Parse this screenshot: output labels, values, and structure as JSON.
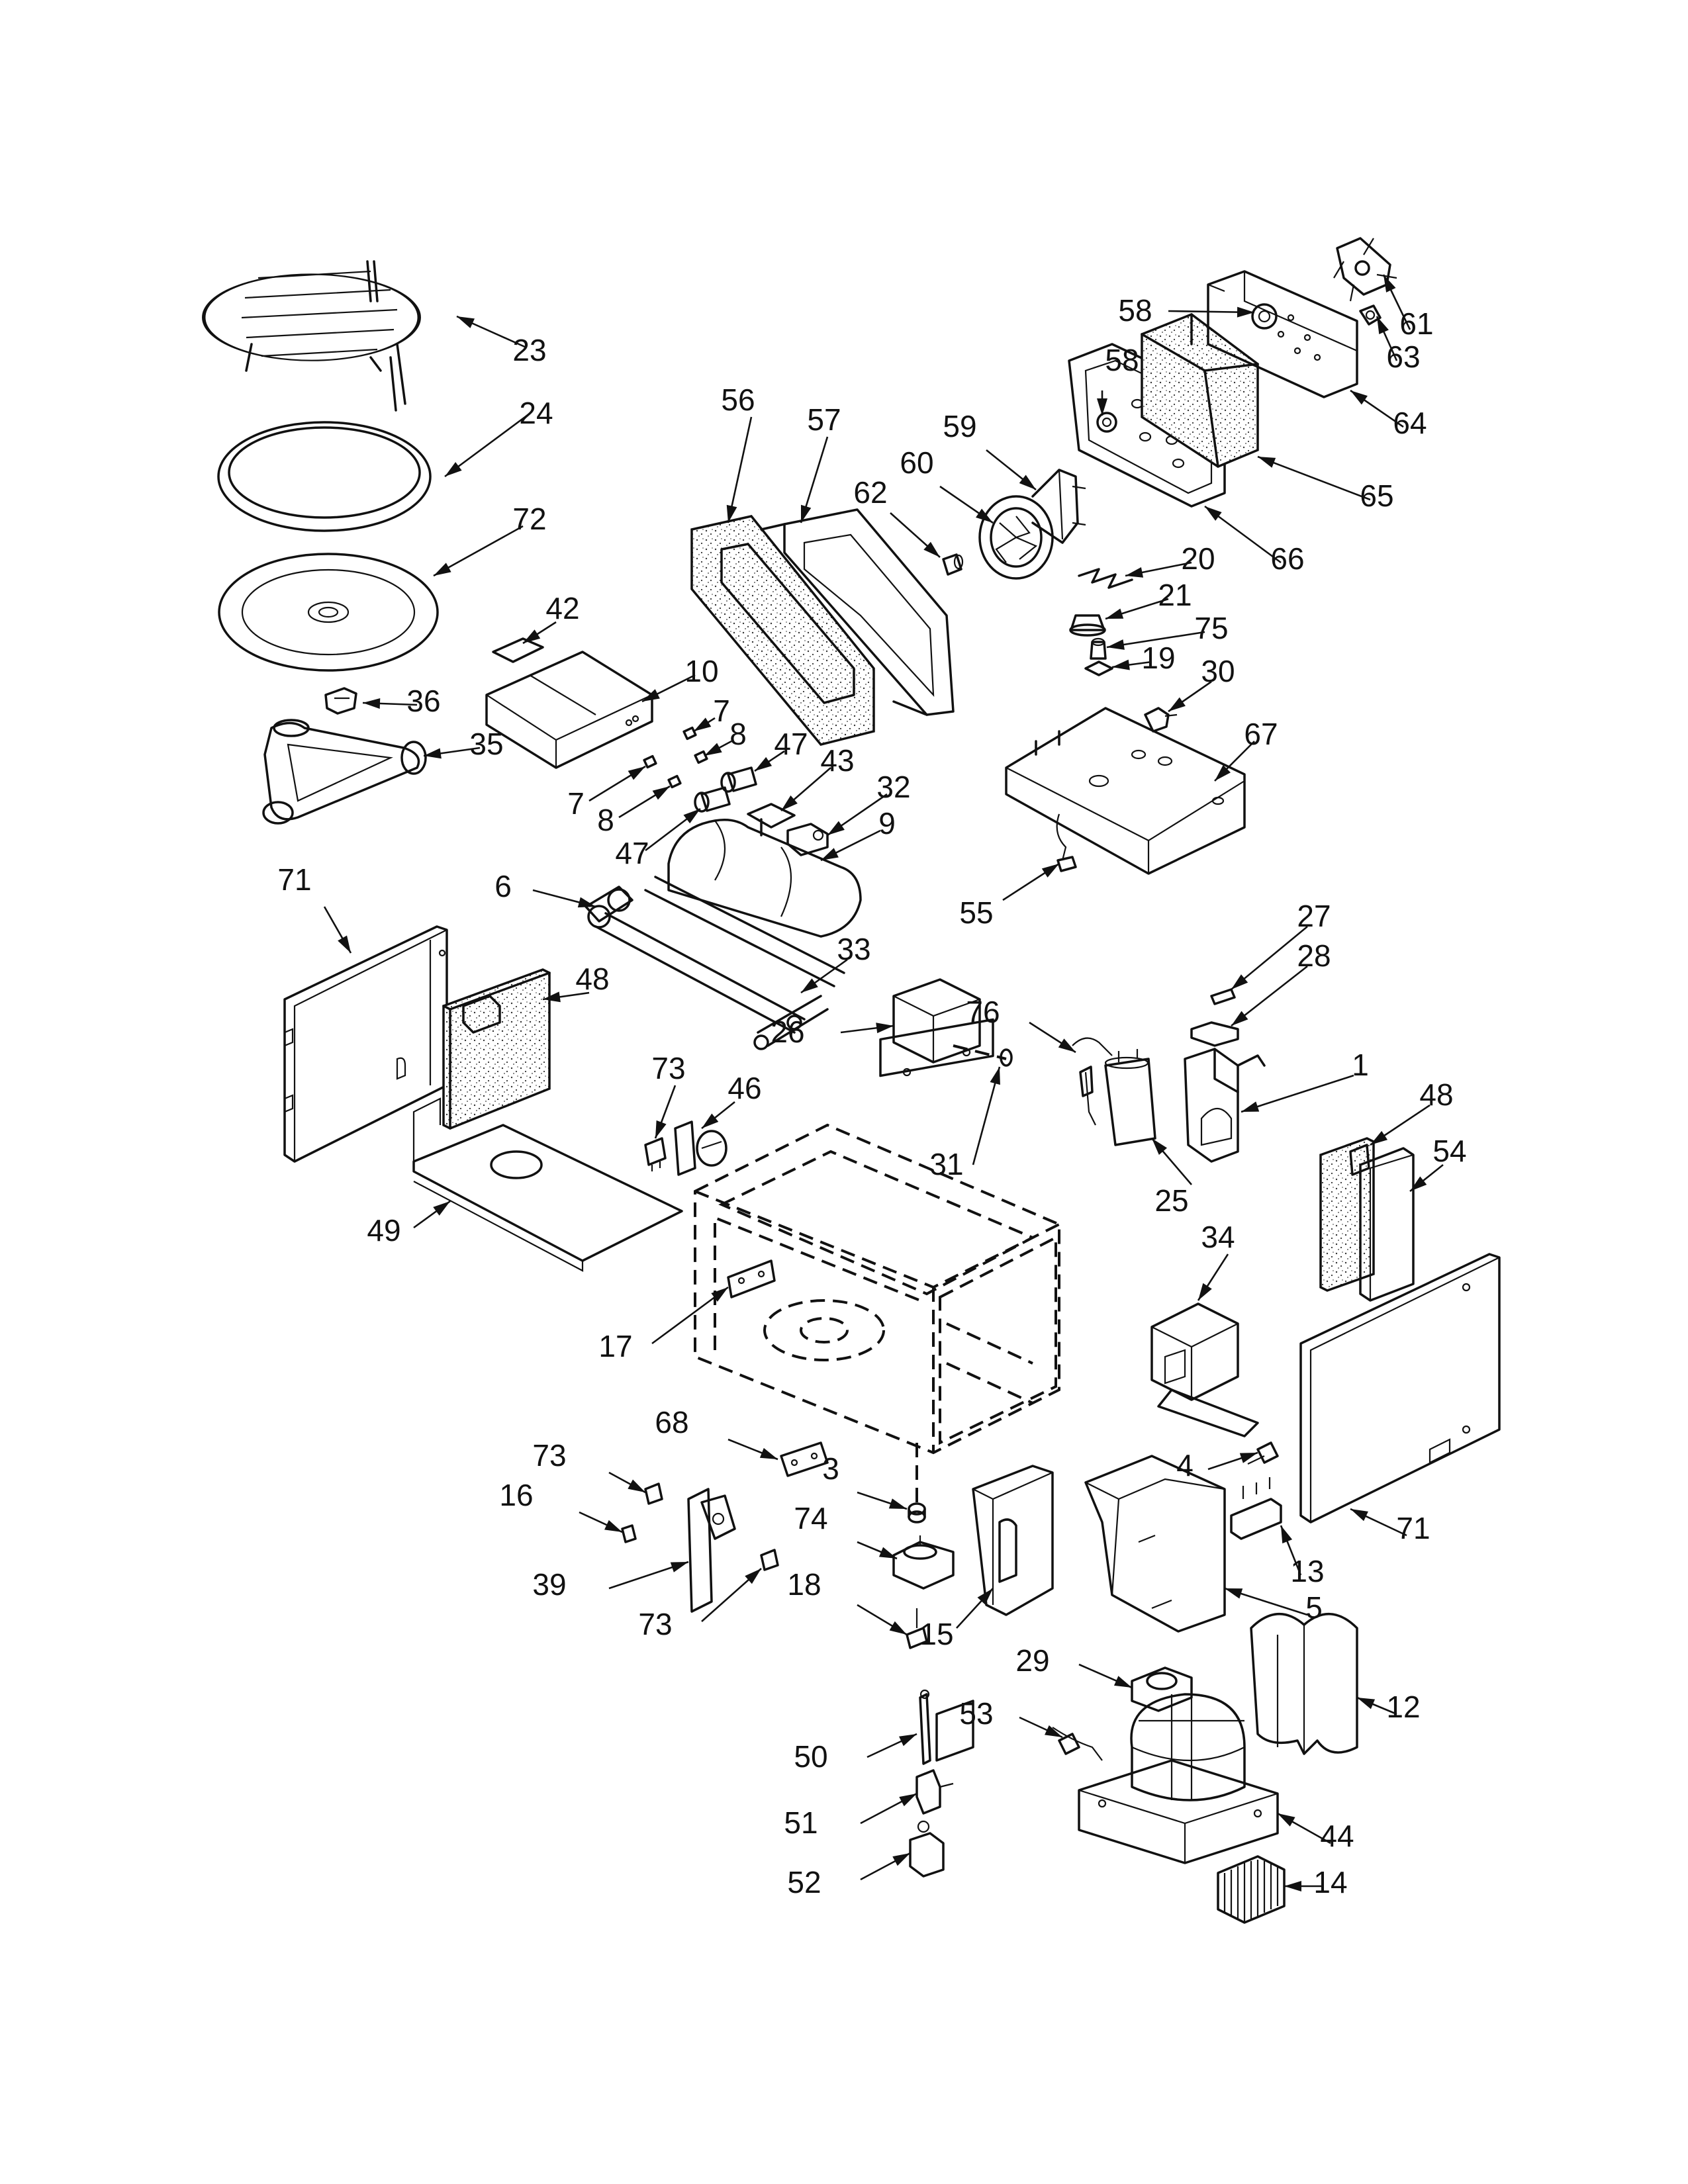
{
  "figure": "exploded-parts-diagram",
  "callouts": [
    {
      "id": "c23",
      "label": "23",
      "part": "rack"
    },
    {
      "id": "c24",
      "label": "24",
      "part": "ring"
    },
    {
      "id": "c72",
      "label": "72",
      "part": "tray"
    },
    {
      "id": "c42",
      "label": "42",
      "part": "bracket"
    },
    {
      "id": "c10",
      "label": "10",
      "part": "heater-housing"
    },
    {
      "id": "c36",
      "label": "36",
      "part": "coupler"
    },
    {
      "id": "c35",
      "label": "35",
      "part": "roller-support"
    },
    {
      "id": "c7a",
      "label": "7",
      "part": "clip"
    },
    {
      "id": "c8a",
      "label": "8",
      "part": "clip"
    },
    {
      "id": "c7b",
      "label": "7",
      "part": "clip"
    },
    {
      "id": "c8b",
      "label": "8",
      "part": "clip"
    },
    {
      "id": "c47a",
      "label": "47",
      "part": "bushing"
    },
    {
      "id": "c47b",
      "label": "47",
      "part": "bushing"
    },
    {
      "id": "c43",
      "label": "43",
      "part": "bracket"
    },
    {
      "id": "c32",
      "label": "32",
      "part": "terminal"
    },
    {
      "id": "c9",
      "label": "9",
      "part": "reflector"
    },
    {
      "id": "c6",
      "label": "6",
      "part": "holder"
    },
    {
      "id": "c33",
      "label": "33",
      "part": "heater-tubes"
    },
    {
      "id": "c56",
      "label": "56",
      "part": "insulation"
    },
    {
      "id": "c57",
      "label": "57",
      "part": "frame"
    },
    {
      "id": "c62",
      "label": "62",
      "part": "knob"
    },
    {
      "id": "c60",
      "label": "60",
      "part": "fan-blade"
    },
    {
      "id": "c59",
      "label": "59",
      "part": "fan-bracket"
    },
    {
      "id": "c58a",
      "label": "58",
      "part": "grommet"
    },
    {
      "id": "c58b",
      "label": "58",
      "part": "grommet"
    },
    {
      "id": "c61",
      "label": "61",
      "part": "motor"
    },
    {
      "id": "c63",
      "label": "63",
      "part": "thermal"
    },
    {
      "id": "c64",
      "label": "64",
      "part": "cover"
    },
    {
      "id": "c65",
      "label": "65",
      "part": "insulation"
    },
    {
      "id": "c66",
      "label": "66",
      "part": "panel"
    },
    {
      "id": "c20",
      "label": "20",
      "part": "spring"
    },
    {
      "id": "c21",
      "label": "21",
      "part": "cover"
    },
    {
      "id": "c75",
      "label": "75",
      "part": "lamp"
    },
    {
      "id": "c19",
      "label": "19",
      "part": "socket"
    },
    {
      "id": "c30",
      "label": "30",
      "part": "switch"
    },
    {
      "id": "c67",
      "label": "67",
      "part": "base-plate"
    },
    {
      "id": "c55",
      "label": "55",
      "part": "wire"
    },
    {
      "id": "c71a",
      "label": "71",
      "part": "side-panel"
    },
    {
      "id": "c48a",
      "label": "48",
      "part": "insulation"
    },
    {
      "id": "c49",
      "label": "49",
      "part": "bottom-plate"
    },
    {
      "id": "c73a",
      "label": "73",
      "part": "switch"
    },
    {
      "id": "c46",
      "label": "46",
      "part": "cam"
    },
    {
      "id": "c26",
      "label": "26",
      "part": "transformer"
    },
    {
      "id": "c76",
      "label": "76",
      "part": "diode"
    },
    {
      "id": "c31",
      "label": "31",
      "part": "fuse"
    },
    {
      "id": "c27",
      "label": "27",
      "part": "fuse"
    },
    {
      "id": "c28",
      "label": "28",
      "part": "holder"
    },
    {
      "id": "c1",
      "label": "1",
      "part": "bracket"
    },
    {
      "id": "c25",
      "label": "25",
      "part": "capacitor"
    },
    {
      "id": "c48b",
      "label": "48",
      "part": "insulation"
    },
    {
      "id": "c54",
      "label": "54",
      "part": "insulation"
    },
    {
      "id": "c34",
      "label": "34",
      "part": "transformer"
    },
    {
      "id": "c17",
      "label": "17",
      "part": "plate"
    },
    {
      "id": "c68",
      "label": "68",
      "part": "plate"
    },
    {
      "id": "c73b",
      "label": "73",
      "part": "switch"
    },
    {
      "id": "c16",
      "label": "16",
      "part": "clip"
    },
    {
      "id": "c39",
      "label": "39",
      "part": "lever"
    },
    {
      "id": "c73c",
      "label": "73",
      "part": "switch"
    },
    {
      "id": "c3",
      "label": "3",
      "part": "coupling"
    },
    {
      "id": "c74",
      "label": "74",
      "part": "motor"
    },
    {
      "id": "c18",
      "label": "18",
      "part": "screw"
    },
    {
      "id": "c15",
      "label": "15",
      "part": "duct"
    },
    {
      "id": "c4",
      "label": "4",
      "part": "screw"
    },
    {
      "id": "c13",
      "label": "13",
      "part": "terminal"
    },
    {
      "id": "c71b",
      "label": "71",
      "part": "side-panel"
    },
    {
      "id": "c5",
      "label": "5",
      "part": "duct"
    },
    {
      "id": "c29",
      "label": "29",
      "part": "thermal"
    },
    {
      "id": "c12",
      "label": "12",
      "part": "cover"
    },
    {
      "id": "c53",
      "label": "53",
      "part": "wire"
    },
    {
      "id": "c50",
      "label": "50",
      "part": "antenna"
    },
    {
      "id": "c51",
      "label": "51",
      "part": "coupling"
    },
    {
      "id": "c52",
      "label": "52",
      "part": "motor"
    },
    {
      "id": "c44",
      "label": "44",
      "part": "magnetron"
    },
    {
      "id": "c14",
      "label": "14",
      "part": "fan"
    }
  ]
}
